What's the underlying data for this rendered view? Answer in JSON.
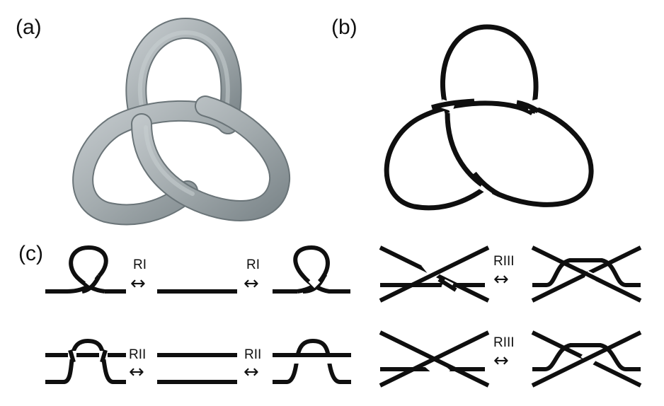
{
  "panels": {
    "a": "(a)",
    "b": "(b)",
    "c": "(c)"
  },
  "moves": {
    "r1_left": "RI",
    "r1_right": "RI",
    "r2_left": "RII",
    "r2_right": "RII",
    "r3_top": "RIII",
    "r3_bottom": "RIII"
  },
  "arrow_symbol": "↔",
  "colors": {
    "ink": "#0f0f0f",
    "tube_light": "#b9c0c3",
    "tube_dark": "#6a7478"
  }
}
